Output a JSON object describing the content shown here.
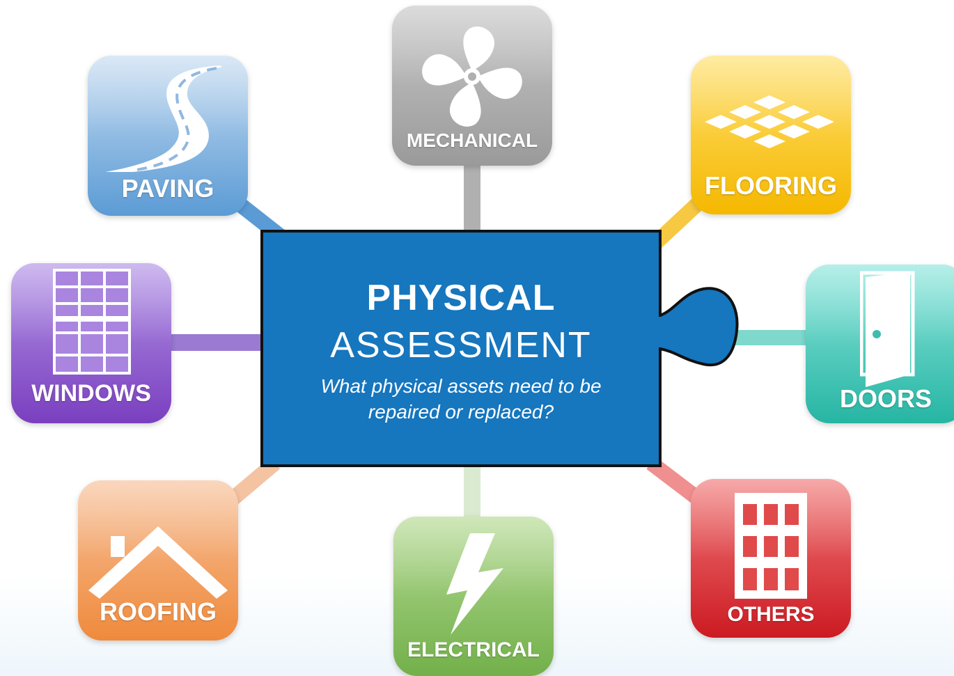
{
  "center": {
    "title": "PHYSICAL",
    "subtitle": "ASSESSMENT",
    "question": "What physical assets need to be repaired or replaced?"
  },
  "tiles": {
    "mechanical": {
      "label": "MECHANICAL",
      "color": "#9e9e9e",
      "icon": "fan-icon"
    },
    "paving": {
      "label": "PAVING",
      "color": "#5b9bd5",
      "icon": "road-icon"
    },
    "flooring": {
      "label": "FLOORING",
      "color": "#f5b800",
      "icon": "floor-tiles-icon"
    },
    "windows": {
      "label": "WINDOWS",
      "color": "#7a3fbf",
      "icon": "window-icon"
    },
    "doors": {
      "label": "DOORS",
      "color": "#26b5a3",
      "icon": "door-icon"
    },
    "roofing": {
      "label": "ROOFING",
      "color": "#ef8a3c",
      "icon": "roof-icon"
    },
    "electrical": {
      "label": "ELECTRICAL",
      "color": "#72b04a",
      "icon": "lightning-icon"
    },
    "others": {
      "label": "OTHERS",
      "color": "#d6262c",
      "icon": "building-icon"
    }
  },
  "colors": {
    "center_fill": "#1676be",
    "center_border": "#111111"
  }
}
